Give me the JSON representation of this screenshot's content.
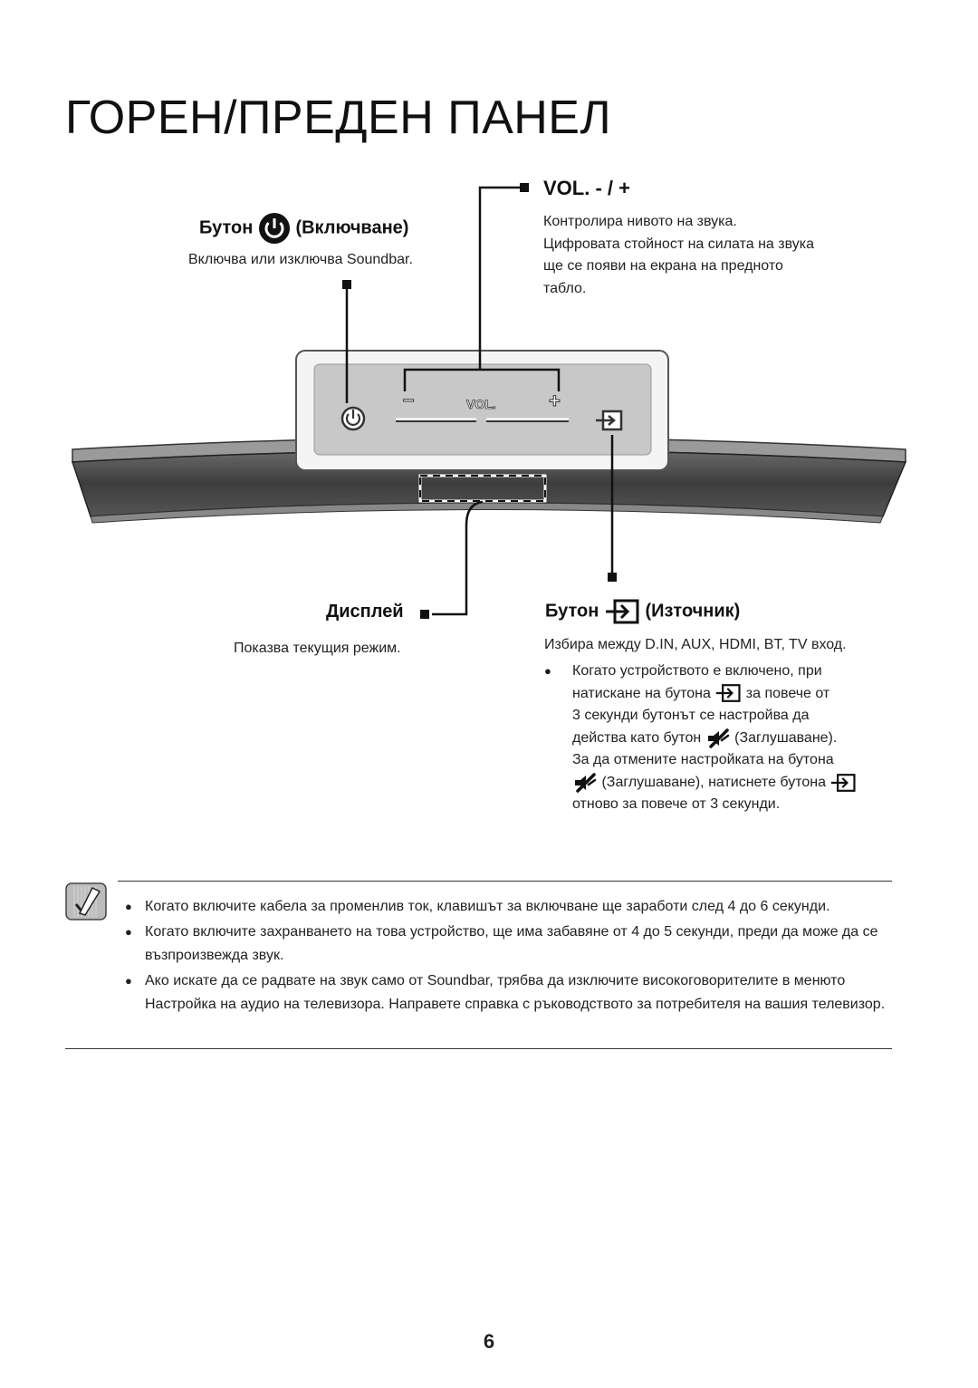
{
  "page": {
    "title": "ГОРЕН/ПРЕДЕН ПАНЕЛ",
    "page_number": "6"
  },
  "power": {
    "label_prefix": "Бутон",
    "label_suffix": "(Включване)",
    "description": "Включва или изключва Soundbar."
  },
  "volume": {
    "label": "VOL. - / +",
    "description_lines": [
      "Контролира нивото на звука.",
      "Цифровата стойност на силата на звука",
      "ще се появи на екрана на предното",
      "табло."
    ]
  },
  "display": {
    "label": "Дисплей",
    "description": "Показва текущия режим."
  },
  "source": {
    "label_prefix": "Бутон",
    "label_suffix": "(Източник)",
    "description": "Избира между D.IN, AUX, HDMI, BT, TV вход.",
    "bullet_line1": "Когато устройството е включено, при",
    "bullet_line2_a": "натискане на бутона",
    "bullet_line2_b": "за повече от",
    "bullet_line3": "3 секунди бутонът се настройва да",
    "bullet_line4_a": "действа като бутон",
    "bullet_line4_b": "(Заглушаване).",
    "bullet_line5": "За да отмените настройката на бутона",
    "bullet_line6_a": "(Заглушаване), натиснете бутона",
    "bullet_line7": "отново за повече от 3 секунди."
  },
  "panel": {
    "minus": "–",
    "vol": "VOL.",
    "plus": "+"
  },
  "notes": [
    "Когато включите кабела за променлив ток, клавишът за включване ще заработи след 4 до 6 секунди.",
    "Когато включите захранването на това устройство, ще има забавяне от 4 до 5 секунди, преди да може да се възпроизвежда звук.",
    "Ако искате да се радвате на звук само от Soundbar, трябва да изключите високоговорителите в менюто Настройка на аудио на телевизора. Направете справка с ръководството за потребителя на вашия телевизор."
  ],
  "icons": [
    "power-icon",
    "source-icon",
    "mute-icon",
    "note-icon"
  ],
  "colors": {
    "panel_fill": "#c8c8c8",
    "bar_dark": "#4a4a4a",
    "text": "#1a1a1a"
  }
}
